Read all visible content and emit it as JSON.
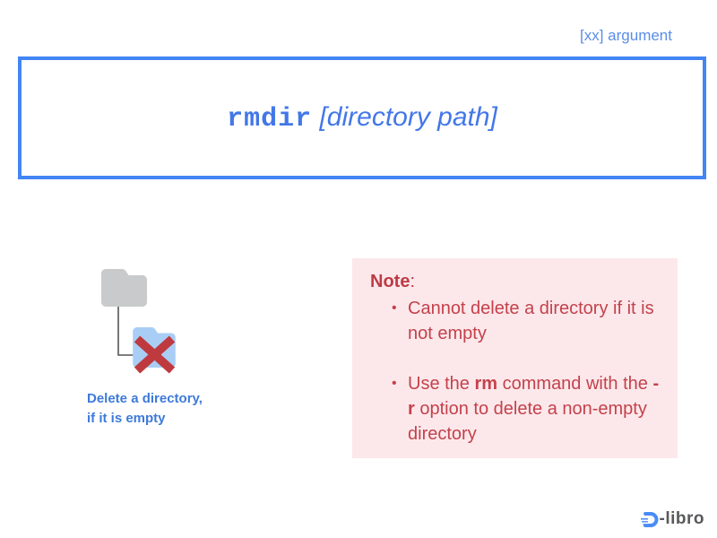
{
  "argument_label": {
    "text": "[xx] argument",
    "color": "#5a8de8"
  },
  "syntax_box": {
    "command": "rmdir",
    "argument": " [directory path]",
    "border_color": "#4285f4",
    "text_color": "#4377e8"
  },
  "illustration": {
    "caption_line1": "Delete a directory,",
    "caption_line2": "if it is empty",
    "caption_color": "#3d7ad9",
    "parent_folder_icon": "gray-folder-icon",
    "target_folder_icon": "blue-folder-with-x-icon",
    "parent_folder_color": "#c9cacb",
    "target_folder_color": "#a9cef6",
    "x_mark_color": "#be3a3e",
    "connector_color": "#555555"
  },
  "note": {
    "heading": "Note",
    "heading_suffix": ":",
    "bullet_char": "•",
    "bullet1": "Cannot delete a directory if it is not empty",
    "bullet2": {
      "pre": "Use the ",
      "cmd": "rm",
      "mid": " command with the ",
      "opt": "-r",
      "post": " option to delete a non-empty directory"
    },
    "background": "#fce8eb",
    "text_color": "#c4414b"
  },
  "logo": {
    "icon": "dlibro-d-icon",
    "text": "-libro",
    "icon_color": "#4a8cf7",
    "text_color": "#58595b"
  }
}
